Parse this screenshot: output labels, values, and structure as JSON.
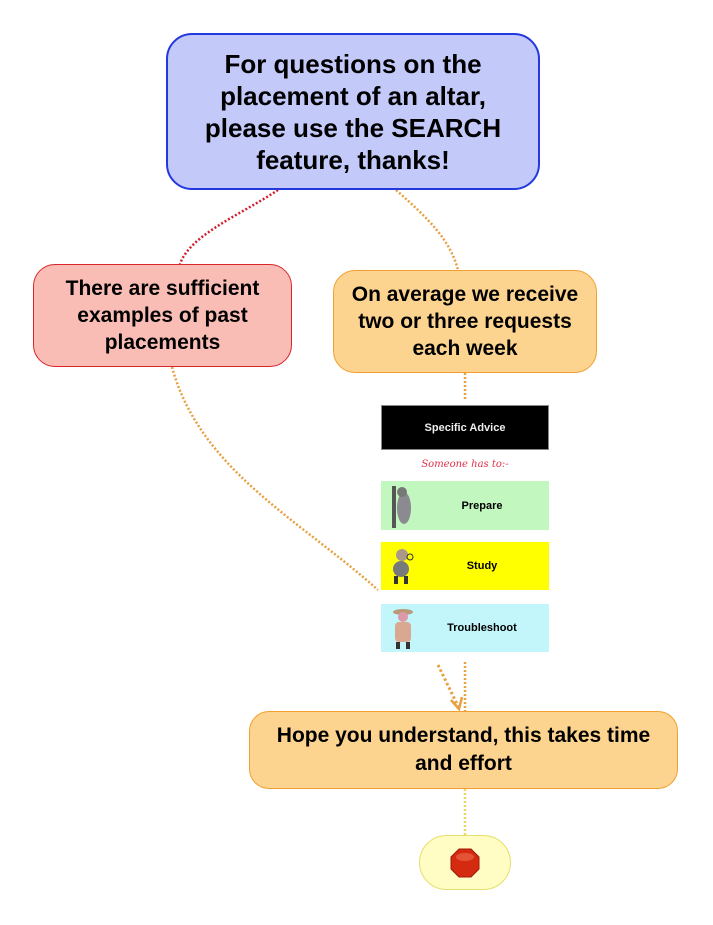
{
  "nodes": {
    "top": "For questions on the placement of an altar, please use the SEARCH feature, thanks!",
    "red": "There are sufficient examples of past placements",
    "orange": "On average we receive two or three requests each week",
    "bottom": "Hope you understand, this takes time and effort"
  },
  "image_panel": {
    "header": "Specific Advice",
    "subtitle": "Someone has to:-",
    "items": [
      {
        "label": "Prepare",
        "icon": "figure-leaning-icon"
      },
      {
        "label": "Study",
        "icon": "figure-magnifier-icon"
      },
      {
        "label": "Troubleshoot",
        "icon": "detective-icon"
      }
    ]
  },
  "end_icon": "stop-sign-icon",
  "colors": {
    "blue_node": "#c3cafa",
    "red_node": "#f9bdb6",
    "orange_node": "#fdd48f",
    "stop": "#d42a10"
  }
}
